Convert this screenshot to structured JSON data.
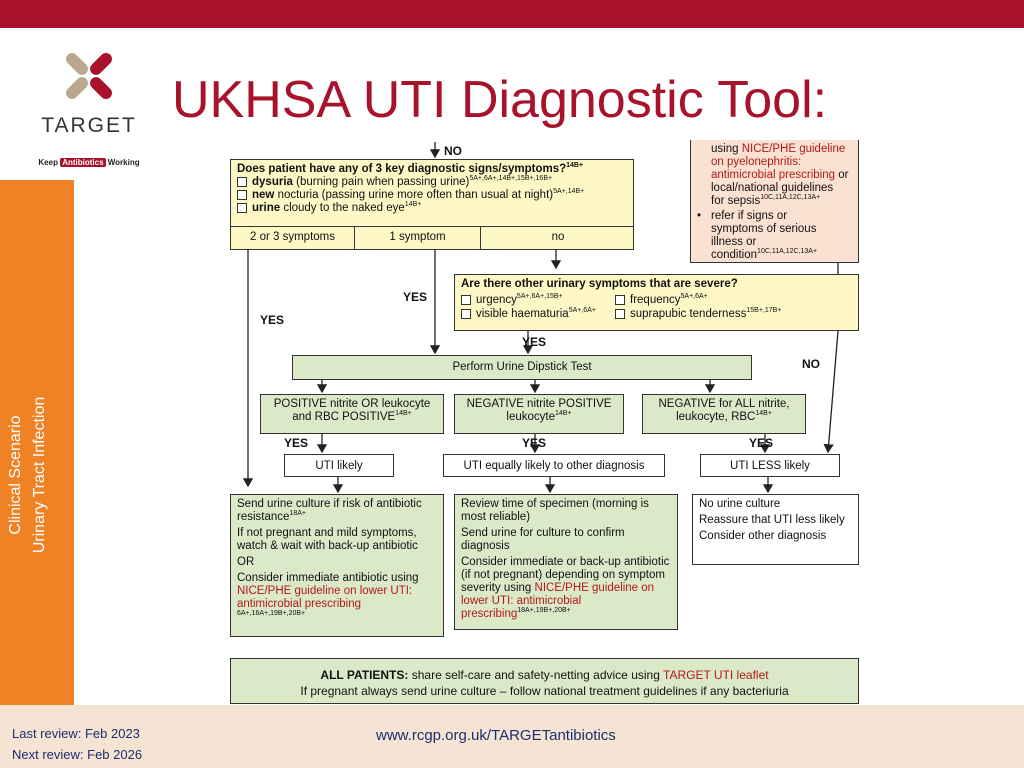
{
  "header": {
    "title": "UKHSA UTI Diagnostic Tool:",
    "logo_word": "TARGET",
    "logo_tagline_pre": "Keep ",
    "logo_tagline_mark": "Antibiotics",
    "logo_tagline_post": " Working"
  },
  "sidebar": {
    "line1": "Clinical Scenario",
    "line2": "Urinary Tract Infection"
  },
  "footer": {
    "last_review": "Last review: Feb 2023",
    "next_review": "Next review: Feb 2026",
    "url": "www.rcgp.org.uk/TARGETantibiotics"
  },
  "flow": {
    "no_top": "NO",
    "q1": {
      "title": "Does patient have any of 3 key diagnostic signs/symptoms?",
      "title_ref": "14B+",
      "items": [
        {
          "bold": "dysuria",
          "text": " (burning pain when passing urine)",
          "ref": "5A+,6A+,14B+,15B+,16B+"
        },
        {
          "bold": "new",
          "text": " nocturia (passing urine more often than usual at night)",
          "ref": "5A+,14B+"
        },
        {
          "bold": "urine",
          "text": " cloudy to the naked eye",
          "ref": "14B+"
        }
      ],
      "options": [
        "2 or 3 symptoms",
        "1 symptom",
        "no"
      ]
    },
    "guidance": {
      "line1": "using ",
      "line1_red": "NICE/PHE guideline",
      "line2_red": "on pyelonephritis:",
      "line3_red": "antimicrobial prescribing",
      "line3": " or",
      "line4": "local/national guidelines",
      "line5": "for sepsis",
      "line5_ref": "10C,11A,12C,13A+",
      "bullet": "refer if signs or symptoms of serious illness or condition",
      "bullet_ref": "10C,11A,12C,13A+"
    },
    "q2": {
      "title": "Are there other urinary symptoms that are severe?",
      "items": [
        {
          "text": "urgency",
          "ref": "5A+,6A+,15B+"
        },
        {
          "text": "frequency",
          "ref": "5A+,6A+"
        },
        {
          "text": "visible haematuria",
          "ref": "5A+,6A+"
        },
        {
          "text": "suprapubic tenderness",
          "ref": "15B+,17B+"
        }
      ]
    },
    "labels": {
      "yes": "YES",
      "no": "NO"
    },
    "dipstick": "Perform Urine Dipstick Test",
    "results": [
      {
        "text": "POSITIVE nitrite OR leukocyte and RBC POSITIVE",
        "ref": "14B+"
      },
      {
        "text": "NEGATIVE nitrite POSITIVE leukocyte",
        "ref": "14B+"
      },
      {
        "text": "NEGATIVE for ALL nitrite, leukocyte, RBC",
        "ref": "14B+"
      }
    ],
    "likelihood": [
      "UTI likely",
      "UTI equally likely to other diagnosis",
      "UTI LESS likely"
    ],
    "actions_left": {
      "p1": "Send urine culture if risk of antibiotic resistance",
      "p1_ref": "18A+",
      "p2": "If not pregnant and mild symptoms, watch & wait with back-up antibiotic",
      "p3": "OR",
      "p4": "Consider immediate antibiotic using ",
      "p4_red": "NICE/PHE guideline on lower UTI: antimicrobial prescribing",
      "p4_ref": "6A+,16A+,19B+,20B+"
    },
    "actions_mid": {
      "p1": "Review time of specimen (morning is most reliable)",
      "p2": "Send urine for culture to confirm diagnosis",
      "p3": "Consider immediate or back-up antibiotic (if not pregnant) depending on symptom severity using",
      "p3_red": "NICE/PHE guideline on lower UTI: antimicrobial prescribing",
      "p3_ref": "18A+,19B+,20B+"
    },
    "actions_right": {
      "p1": "No urine culture",
      "p2": "Reassure that UTI less likely",
      "p3": "Consider other diagnosis"
    },
    "all_patients": {
      "bold": "ALL PATIENTS:",
      "text": " share self-care and safety-netting advice using ",
      "red": "TARGET UTI leaflet",
      "line2": "If pregnant always send urine culture – follow national treatment guidelines if any bacteriuria"
    }
  },
  "colors": {
    "brand_red": "#a8122a",
    "sidebar_orange": "#f08226",
    "footer_bg": "#f5e3d3",
    "box_yellow": "#fdf8c6",
    "box_green": "#dce9c9",
    "box_salmon": "#fbe1d2"
  }
}
